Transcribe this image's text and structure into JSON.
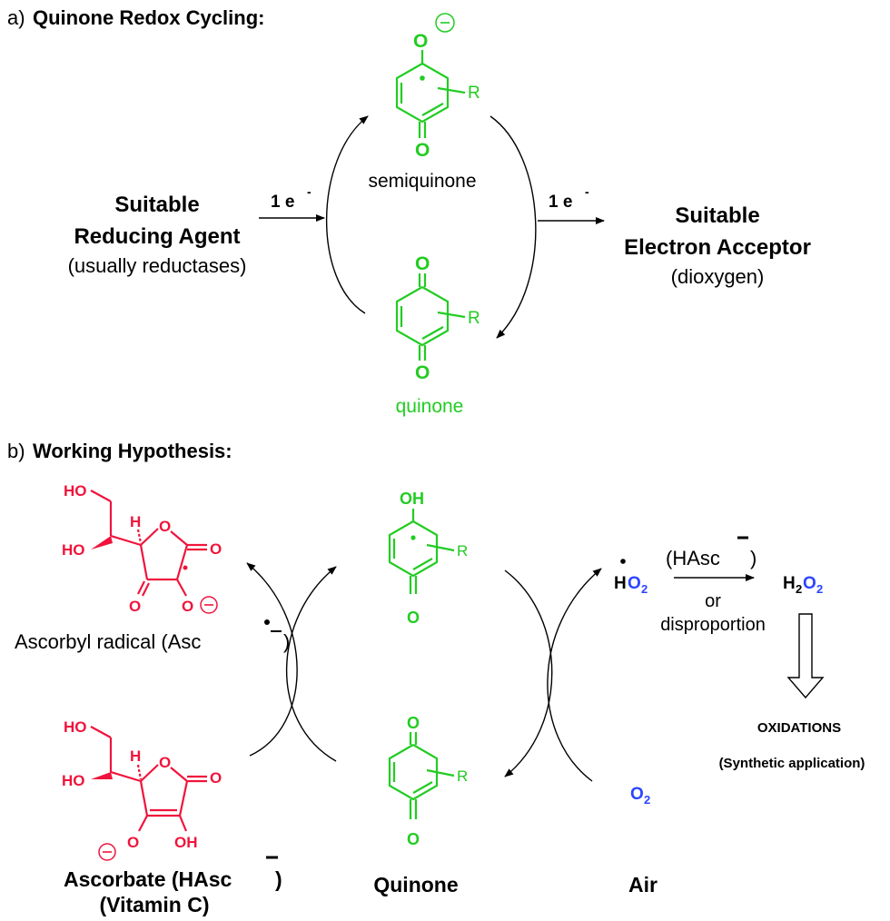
{
  "section_a": {
    "label": "a)",
    "title": "Quinone Redox Cycling:",
    "reducing_agent": [
      "Suitable",
      "Reducing Agent",
      "(usually reductases)"
    ],
    "electron_acceptor": [
      "Suitable",
      "Electron Acceptor",
      "(dioxygen)"
    ],
    "arrow_left_label": "1 e",
    "arrow_right_label": "1 e",
    "superscript_minus": "-",
    "semiquinone_label": "semiquinone",
    "quinone_label": "quinone",
    "atom_O": "O",
    "atom_R": "R",
    "charge_minus": "−"
  },
  "section_b": {
    "label": "b)",
    "title": "Working Hypothesis:",
    "ascorbyl_label": "Ascorbyl radical (Asc",
    "ascorbyl_close": ")",
    "ascorbate_label": "Ascorbate (HAsc",
    "ascorbate_close": ")",
    "ascorbate_sub": "(Vitamin C)",
    "quinone_label": "Quinone",
    "air_label": "Air",
    "HAsc_reagent": "(HAsc",
    "HAsc_close": ")",
    "or_text": "or",
    "disproportion_text": "disproportion",
    "oxidations": "OXIDATIONS",
    "synthetic": "(Synthetic application)",
    "atom_OH": "OH",
    "atom_HO": "HO",
    "atom_H": "H",
    "atom_H2": "H",
    "atom_O2": "O",
    "sub_2": "2"
  }
}
